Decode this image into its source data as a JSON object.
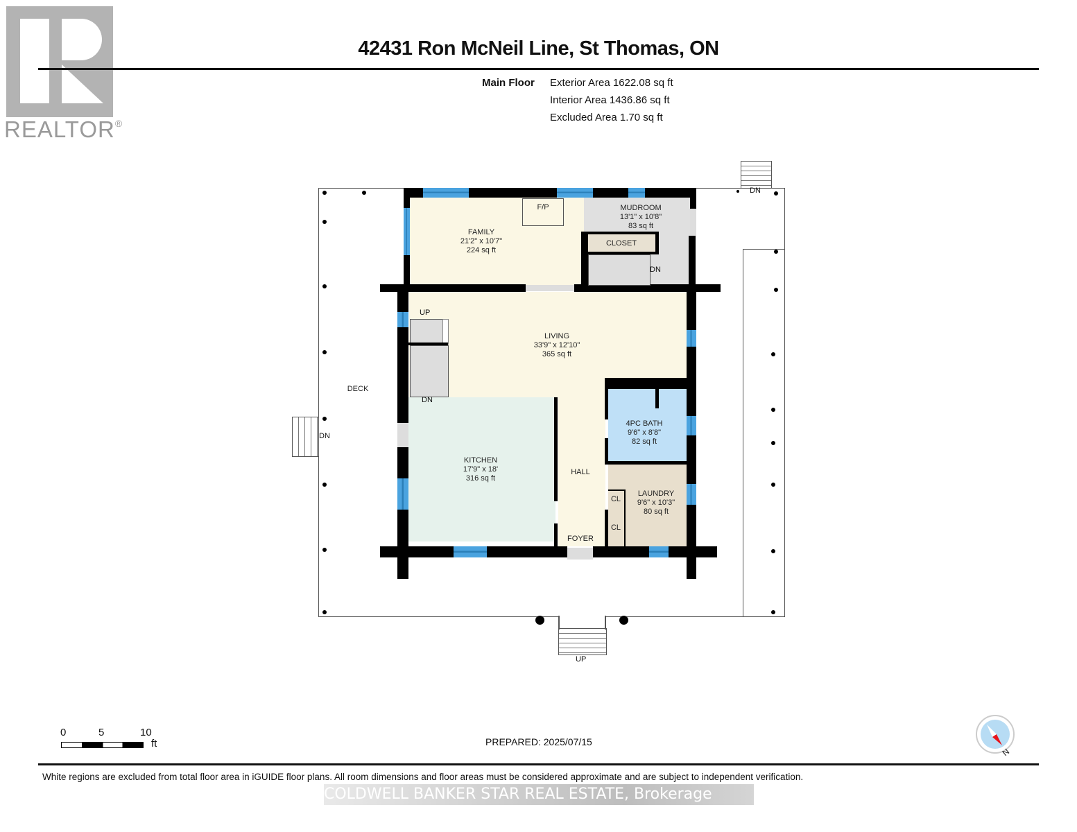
{
  "logo": {
    "text": "REALTOR",
    "reg_mark": "®",
    "colors": {
      "box": "#b3b3b3",
      "text": "#9a9a9a"
    }
  },
  "header": {
    "title": "42431 Ron McNeil Line, St Thomas, ON"
  },
  "summary": {
    "floor_label": "Main Floor",
    "exterior_area": "Exterior Area 1622.08 sq ft",
    "interior_area": "Interior Area 1436.86 sq ft",
    "excluded_area": "Excluded Area 1.70 sq ft"
  },
  "rooms": {
    "family": {
      "name": "FAMILY",
      "dims": "21'2\" x 10'7\"",
      "area": "224 sq ft",
      "color": "#fbf7e4"
    },
    "mudroom": {
      "name": "MUDROOM",
      "dims": "13'1\" x 10'8\"",
      "area": "83 sq ft",
      "color": "#e0e0e0"
    },
    "closet": {
      "name": "CLOSET",
      "color": "#e8e1d2"
    },
    "fireplace": {
      "name": "F/P"
    },
    "living": {
      "name": "LIVING",
      "dims": "33'9\" x 12'10\"",
      "area": "365 sq ft",
      "color": "#fbf7e4"
    },
    "kitchen": {
      "name": "KITCHEN",
      "dims": "17'9\" x 18'",
      "area": "316 sq ft",
      "color": "#e6f2ec"
    },
    "hall": {
      "name": "HALL",
      "color": "#fbf7e4"
    },
    "foyer": {
      "name": "FOYER"
    },
    "bath": {
      "name": "4PC BATH",
      "dims": "9'6\" x 8'8\"",
      "area": "82 sq ft",
      "color": "#bfe0f7"
    },
    "laundry": {
      "name": "LAUNDRY",
      "dims": "9'6\" x 10'3\"",
      "area": "80 sq ft",
      "color": "#e8dfcd"
    },
    "cl1": {
      "name": "CL"
    },
    "cl2": {
      "name": "CL"
    },
    "deck": {
      "name": "DECK"
    }
  },
  "stair_labels": {
    "up_inner": "UP",
    "dn_inner": "DN",
    "dn_mudroom": "DN",
    "dn_deck_top": "DN",
    "dn_deck_left": "DN",
    "up_front": "UP"
  },
  "colors": {
    "window": "#4aa3df",
    "wall": "#000000"
  },
  "footer": {
    "scale": {
      "n0": "0",
      "n5": "5",
      "n10": "10",
      "unit": "ft"
    },
    "prepared": "PREPARED: 2025/07/15",
    "note": "White regions are excluded from total floor area in iGUIDE floor plans. All room dimensions and floor areas must be considered approximate and are subject to independent verification.",
    "brokerage": "COLDWELL BANKER STAR REAL ESTATE, Brokerage",
    "compass_label": "N"
  }
}
